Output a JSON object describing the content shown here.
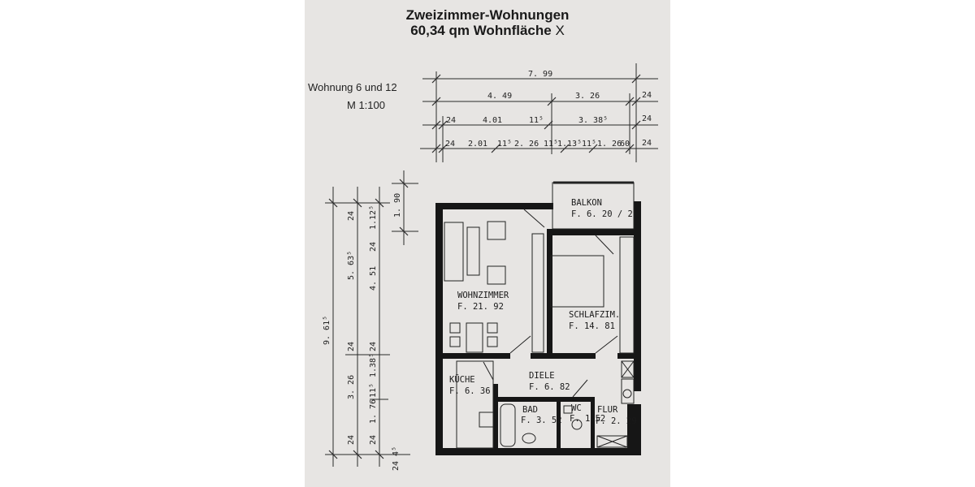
{
  "header": {
    "title": "Zweizimmer-Wohnungen",
    "subtitle": "60,34 qm Wohnfläche",
    "mark": "X",
    "unit_label": "Wohnung 6 und 12",
    "scale_label": "M 1:100"
  },
  "dimensions": {
    "horizontal_row1": [
      "7. 99"
    ],
    "horizontal_row2": [
      "4. 49",
      "3. 26",
      "24"
    ],
    "horizontal_row3": [
      "24",
      "4.01",
      "11⁵",
      "3. 38⁵",
      "24"
    ],
    "horizontal_row4": [
      "24",
      "2.01",
      "11⁵",
      "2. 26",
      "11⁵",
      "1.13⁵",
      "11⁵",
      "1. 26",
      "60",
      "24"
    ],
    "vertical_total": "9. 61⁵",
    "vertical_col2": [
      "24",
      "5. 63⁵",
      "24",
      "3. 26",
      "24"
    ],
    "vertical_col3": [
      "1.12⁵",
      "24",
      "4. 51",
      "24",
      "1.38⁵",
      "11⁵",
      "1. 76",
      "24",
      "24 4⁵"
    ],
    "balcony_depth": "1. 90"
  },
  "rooms": [
    {
      "name": "WOHNZIMMER",
      "area": "F. 21. 92"
    },
    {
      "name": "SCHLAFZIM.",
      "area": "F. 14. 81"
    },
    {
      "name": "BALKON",
      "area": "F. 6. 20 / 2"
    },
    {
      "name": "KÜCHE",
      "area": "F. 6. 36"
    },
    {
      "name": "DIELE",
      "area": "F. 6. 82"
    },
    {
      "name": "BAD",
      "area": "F. 3. 52"
    },
    {
      "name": "WC",
      "area": "F. 1.52"
    },
    {
      "name": "FLUR",
      "area": "F. 2. 29"
    }
  ],
  "colors": {
    "paper": "#e7e5e3",
    "wall": "#161616",
    "line": "#2a2a2a"
  }
}
